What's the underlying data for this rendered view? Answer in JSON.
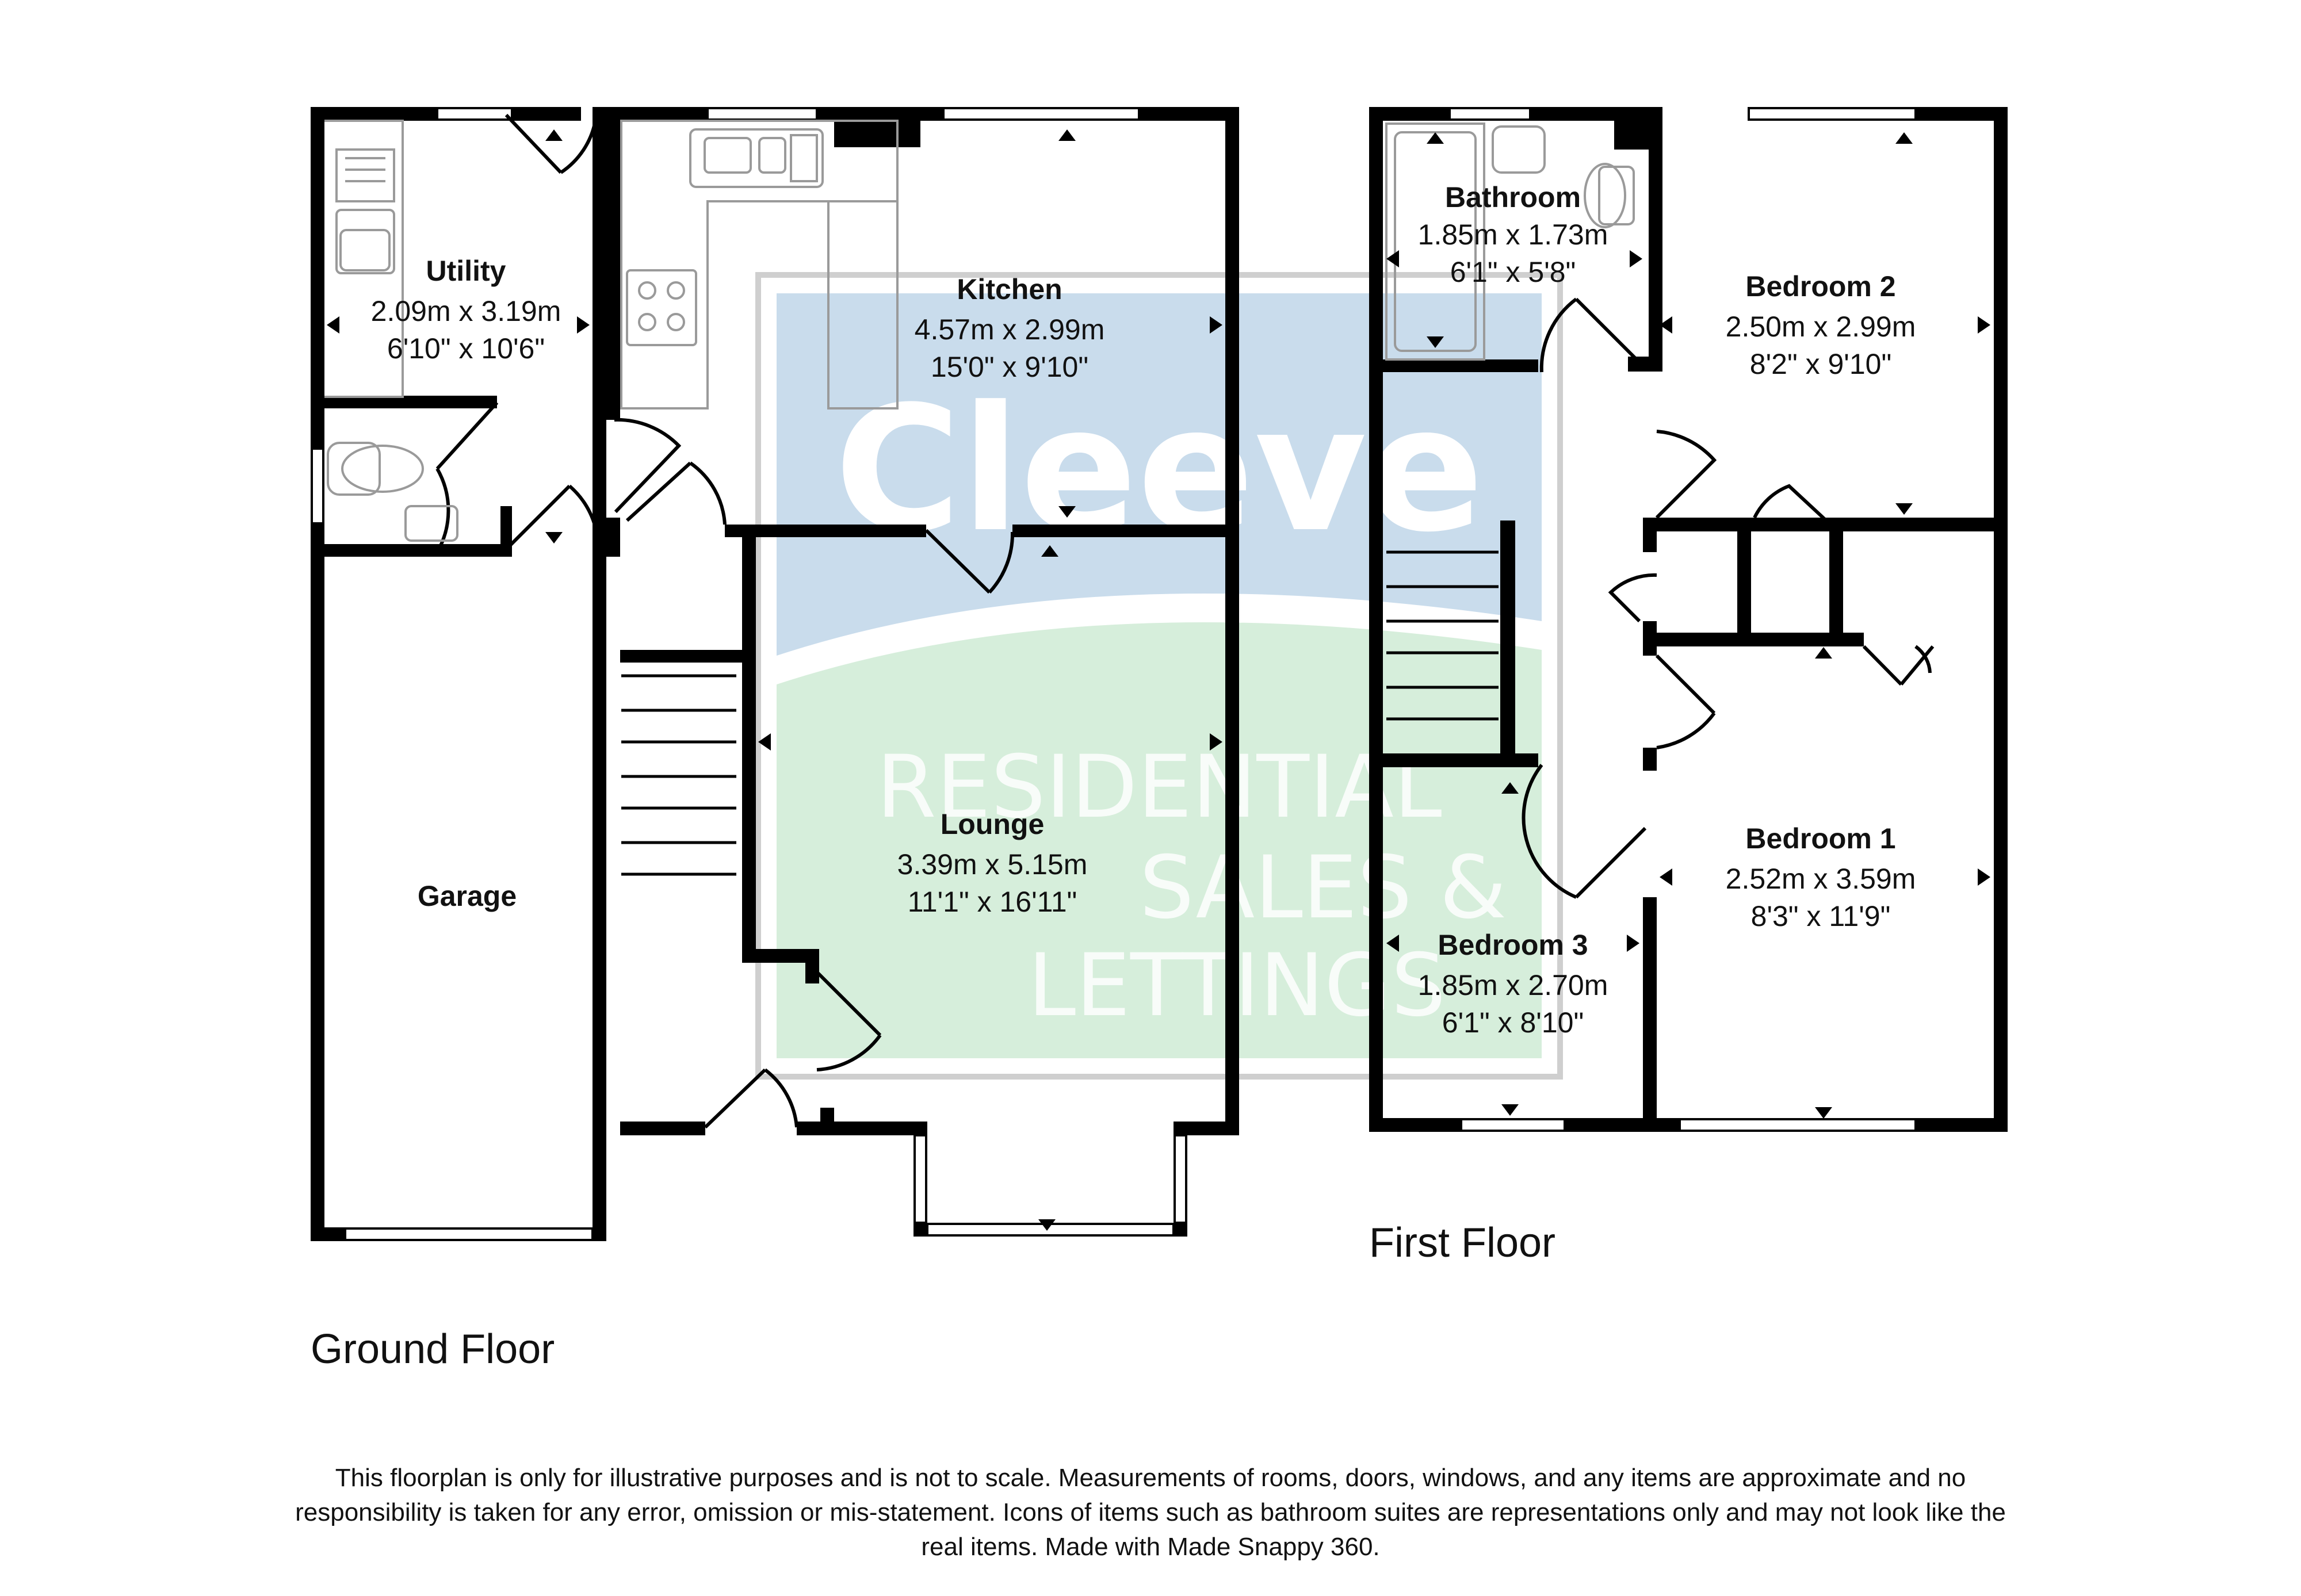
{
  "watermark": {
    "brand": "Cleeve",
    "line1": "RESIDENTIAL",
    "line2": "SALES &",
    "line3": "LETTINGS",
    "colors": {
      "top": "#c9dcec",
      "bottom": "#d6eedb",
      "text": "#ffffff"
    }
  },
  "floors": {
    "ground": "Ground Floor",
    "first": "First Floor"
  },
  "rooms": {
    "utility": {
      "name": "Utility",
      "metric": "2.09m x 3.19m",
      "imperial": "6'10\" x 10'6\""
    },
    "kitchen": {
      "name": "Kitchen",
      "metric": "4.57m x 2.99m",
      "imperial": "15'0\" x 9'10\""
    },
    "lounge": {
      "name": "Lounge",
      "metric": "3.39m x 5.15m",
      "imperial": "11'1\" x 16'11\""
    },
    "garage": {
      "name": "Garage"
    },
    "bathroom": {
      "name": "Bathroom",
      "metric": "1.85m x 1.73m",
      "imperial": "6'1\" x 5'8\""
    },
    "bedroom2": {
      "name": "Bedroom 2",
      "metric": "2.50m x 2.99m",
      "imperial": "8'2\" x 9'10\""
    },
    "bedroom1": {
      "name": "Bedroom 1",
      "metric": "2.52m x 3.59m",
      "imperial": "8'3\" x 11'9\""
    },
    "bedroom3": {
      "name": "Bedroom 3",
      "metric": "1.85m x 2.70m",
      "imperial": "6'1\" x 8'10\""
    }
  },
  "disclaimer": "This floorplan is only for illustrative purposes and is not to scale. Measurements of rooms, doors, windows, and any items are approximate and no responsibility is taken for any error, omission or mis-statement. Icons of items such as bathroom suites are representations only and may not look like the real items. Made with Made Snappy 360."
}
